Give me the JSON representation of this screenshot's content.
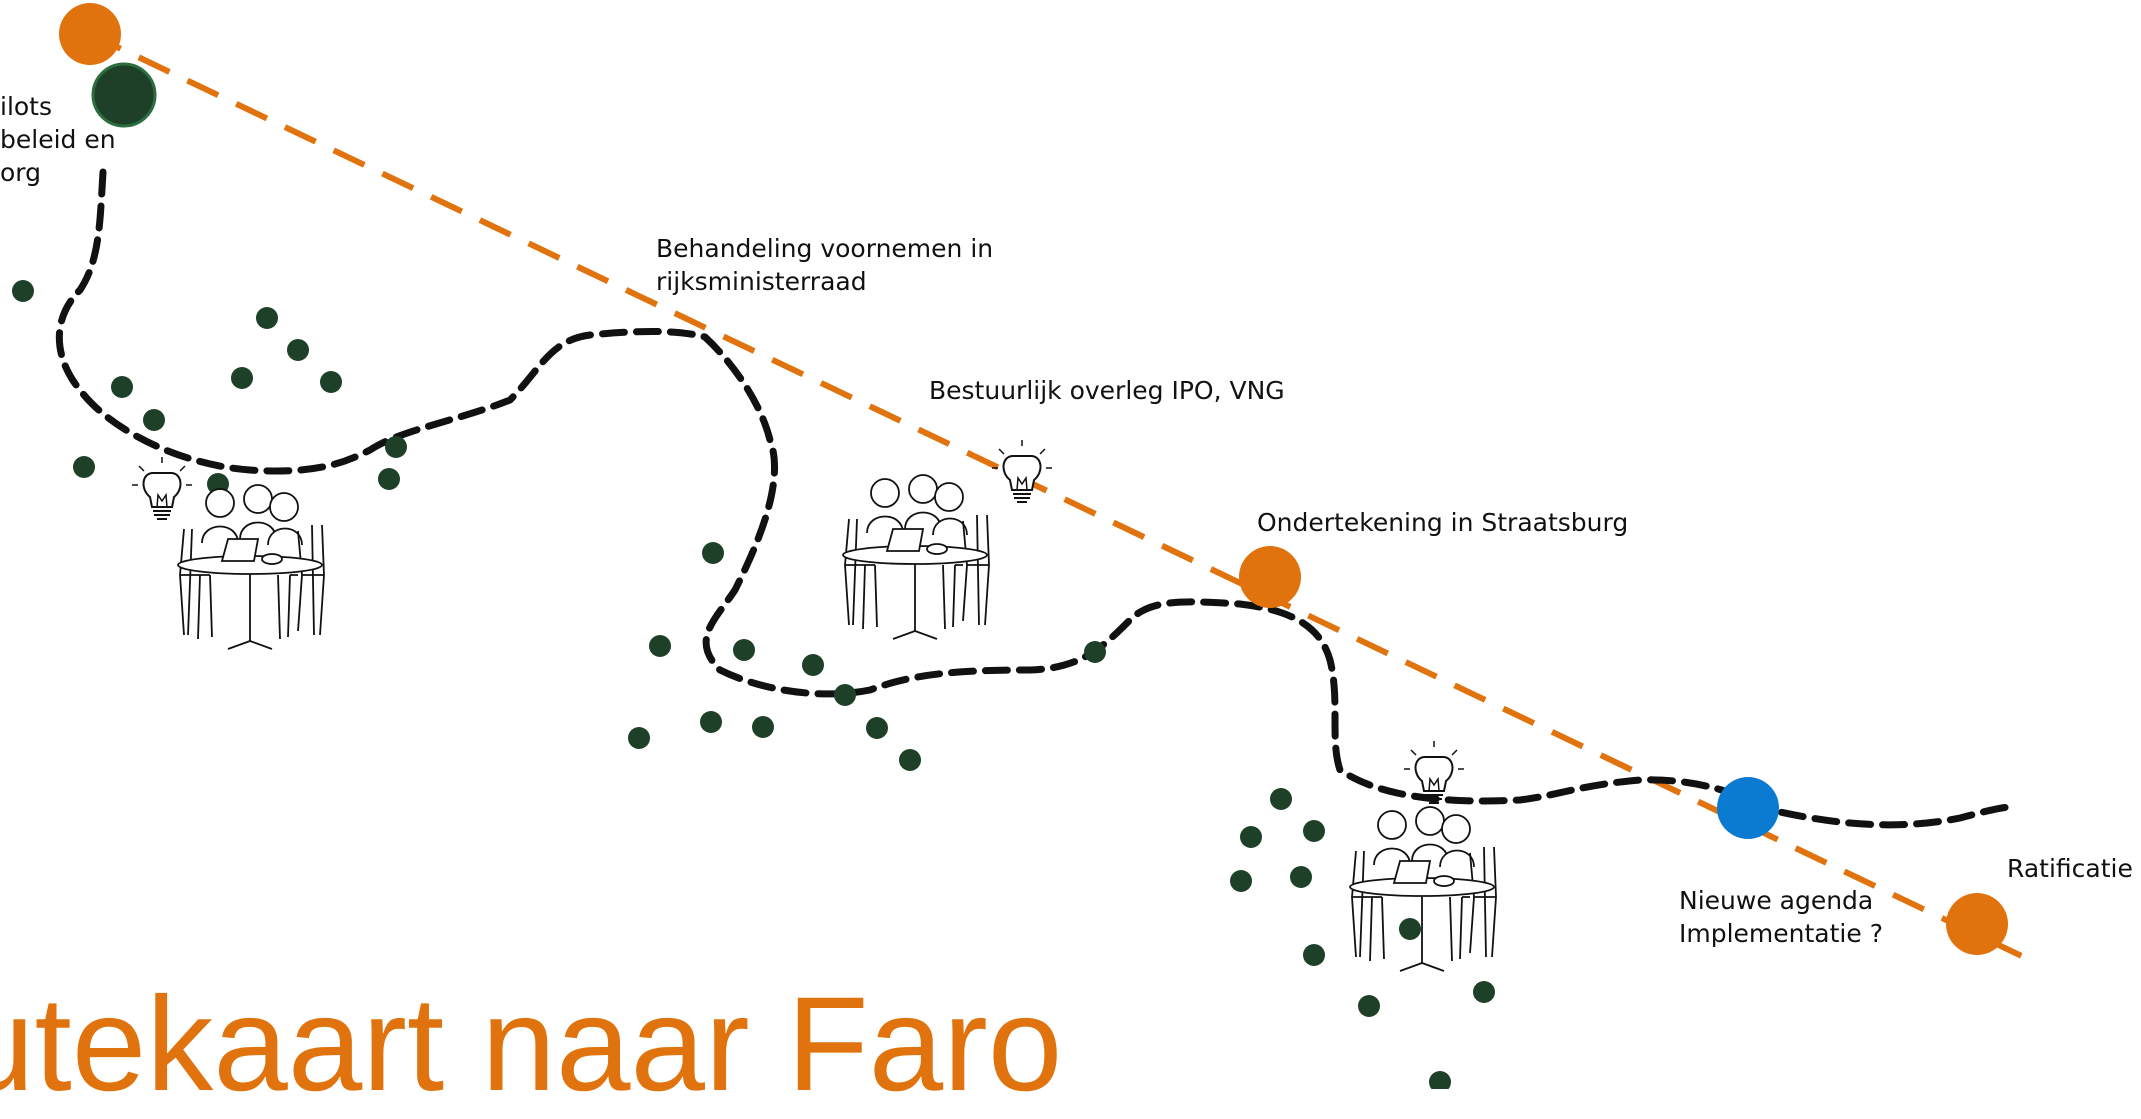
{
  "title": "utekaart naar Faro",
  "colors": {
    "orange": "#e0730d",
    "dark_green": "#1f4028",
    "blue": "#0a7bd1",
    "black": "#111111"
  },
  "labels": {
    "pilots": [
      "ilots",
      "beleid en",
      "org"
    ],
    "rijksministerraad": [
      "Behandeling voornemen in",
      "rijksministerraad"
    ],
    "ipo_vng": "Bestuurlijk overleg IPO, VNG",
    "straatsburg": "Ondertekening in Straatsburg",
    "nieuwe_agenda": [
      "Nieuwe agenda",
      "Implementatie ?"
    ],
    "ratificatie": "Ratificatie"
  },
  "icons": [
    "lightbulb-icon",
    "meeting-table-icon"
  ]
}
